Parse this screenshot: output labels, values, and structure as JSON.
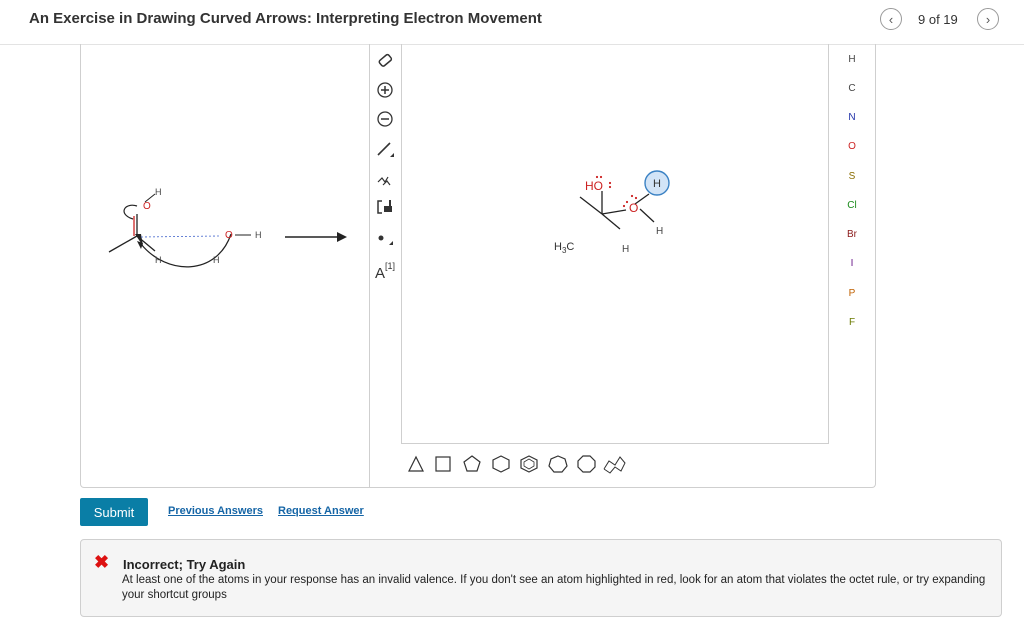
{
  "header": {
    "title": "An Exercise in Drawing Curved Arrows: Interpreting Electron Movement",
    "prev_icon": "chevron-left-icon",
    "next_icon": "chevron-right-icon",
    "counter": "9 of 19"
  },
  "reaction": {
    "reactant": {
      "h1": "H",
      "h2": "H",
      "h3": "H",
      "h4": "H",
      "o1": "O",
      "o2": "O"
    },
    "product": {
      "ho": "HO",
      "o": "O",
      "h_circled": "H",
      "h_right": "H",
      "h3c": "H",
      "h3c_sub": "3",
      "h3c_c": "C",
      "h_bottom": "H"
    }
  },
  "toolbar": {
    "items": [
      "eraser-icon",
      "plus-charge-icon",
      "minus-charge-icon",
      "single-bond-icon",
      "chain-icon",
      "template-icon",
      "lone-pair-icon"
    ],
    "label_tool": "A",
    "label_tool_sup": "[1]"
  },
  "atoms": [
    "H",
    "C",
    "N",
    "O",
    "S",
    "Cl",
    "Br",
    "I",
    "P",
    "F"
  ],
  "atom_colors": {
    "H": "#444444",
    "C": "#444444",
    "N": "#2233aa",
    "O": "#cc2222",
    "S": "#8a6d00",
    "Cl": "#1a8a1a",
    "Br": "#8b1a1a",
    "I": "#6a1a8a",
    "P": "#c06000",
    "F": "#6a7a00"
  },
  "shapes": [
    "triangle-icon",
    "square-icon",
    "pentagon-icon",
    "hexagon-icon",
    "benzene-icon",
    "heptagon-icon",
    "octagon-icon",
    "chair-icon"
  ],
  "actions": {
    "submit": "Submit",
    "previous_answers": "Previous Answers",
    "request_answer": "Request Answer"
  },
  "feedback": {
    "icon": "close-icon",
    "title": "Incorrect; Try Again",
    "message": "At least one of the atoms in your response has an invalid valence. If you don't see an atom highlighted in red, look for an atom that violates the octet rule, or try expanding your shortcut groups"
  }
}
